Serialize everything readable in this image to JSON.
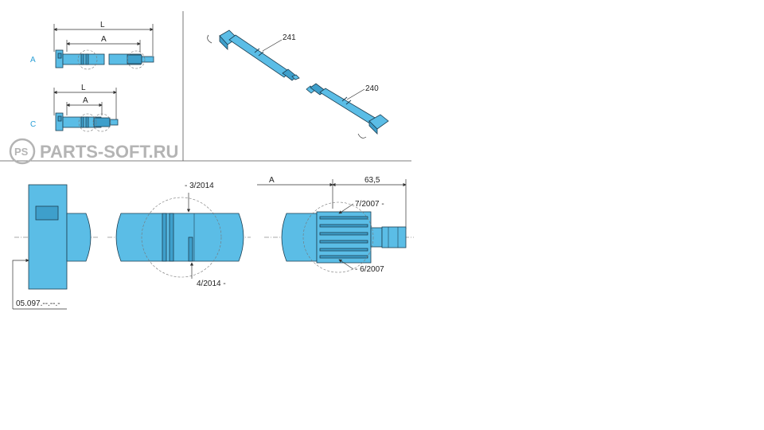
{
  "watermark": {
    "badge": "PS",
    "text": "PARTS-SOFT.RU"
  },
  "variants": {
    "a": "A",
    "c": "C"
  },
  "dimensions": {
    "L": "L",
    "A": "A",
    "length_635": "63,5"
  },
  "part_numbers": {
    "p241": "241",
    "p240": "240"
  },
  "dates": {
    "d_3_2014": "- 3/2014",
    "d_4_2014": "4/2014 -",
    "d_7_2007": "7/2007 -",
    "d_6_2007": "- 6/2007"
  },
  "reference": "05.097.--.--.-",
  "colors": {
    "part": "#5bbde6",
    "accent_label": "#2a9fd6",
    "watermark": "#b4b4b4"
  }
}
